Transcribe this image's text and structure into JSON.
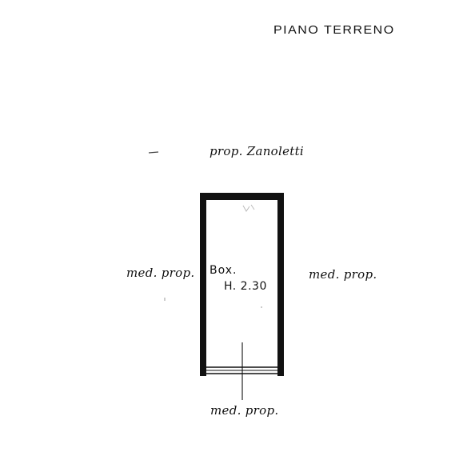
{
  "plan": {
    "title": "PIANO TERRENO",
    "neighbors": {
      "north": "prop. Zanoletti",
      "west": "med. prop.",
      "east": "med. prop.",
      "south": "med. prop."
    },
    "room": {
      "name": "Box.",
      "height": "H. 2.30"
    }
  }
}
